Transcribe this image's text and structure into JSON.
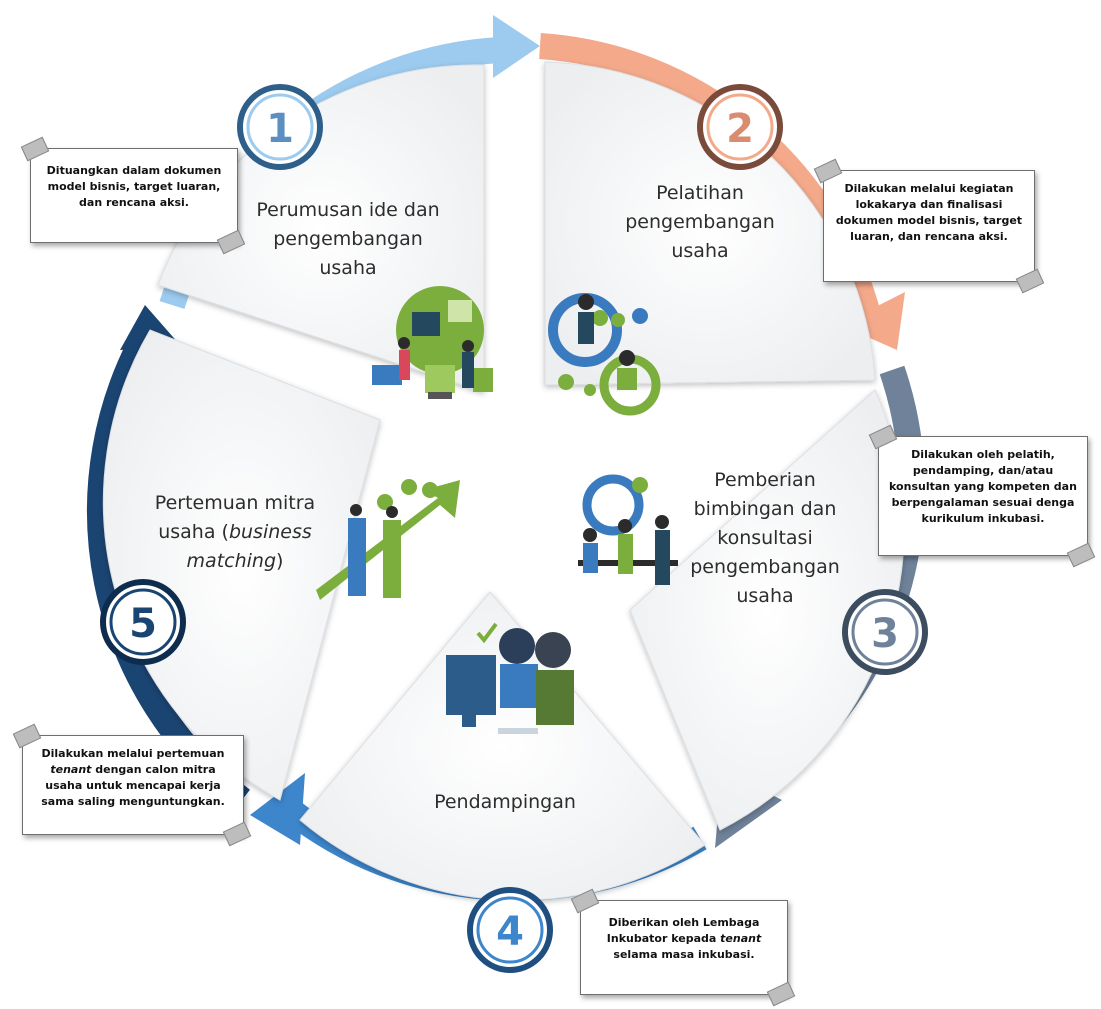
{
  "steps": [
    {
      "number": "1",
      "title_lines": [
        "Perumusan ide dan",
        "pengembangan",
        "usaha"
      ],
      "note": "Dituangkan dalam dokumen model bisnis, target luaran, dan rencana aksi.",
      "color": "#9ccbef"
    },
    {
      "number": "2",
      "title_lines": [
        "Pelatihan",
        "pengembangan",
        "usaha"
      ],
      "note": "Dilakukan melalui kegiatan lokakarya dan finalisasi dokumen model bisnis, target luaran, dan rencana aksi.",
      "color": "#f4a98a"
    },
    {
      "number": "3",
      "title_lines": [
        "Pemberian",
        "bimbingan dan",
        "konsultasi",
        "pengembangan",
        "usaha"
      ],
      "note": "Dilakukan oleh pelatih, pendamping, dan/atau konsultan yang kompeten dan berpengalaman sesuai denga kurikulum inkubasi.",
      "color": "#6f8299"
    },
    {
      "number": "4",
      "title_lines": [
        "Pendampingan"
      ],
      "note_parts": [
        "Diberikan oleh Lembaga Inkubator kepada ",
        "tenant",
        " selama masa inkubasi."
      ],
      "color": "#3d86cc"
    },
    {
      "number": "5",
      "title_parts": [
        "Pertemuan mitra",
        "usaha (",
        "business",
        "matching",
        ")"
      ],
      "note_parts": [
        "Dilakukan melalui pertemuan ",
        "tenant",
        " dengan calon mitra usaha untuk mencapai kerja sama saling menguntungkan."
      ],
      "color": "#1a4472"
    }
  ],
  "icons": [
    "puzzle-lightbulb-icon",
    "gears-people-icon",
    "team-meeting-icon",
    "mentoring-computer-icon",
    "handshake-growth-icon"
  ]
}
